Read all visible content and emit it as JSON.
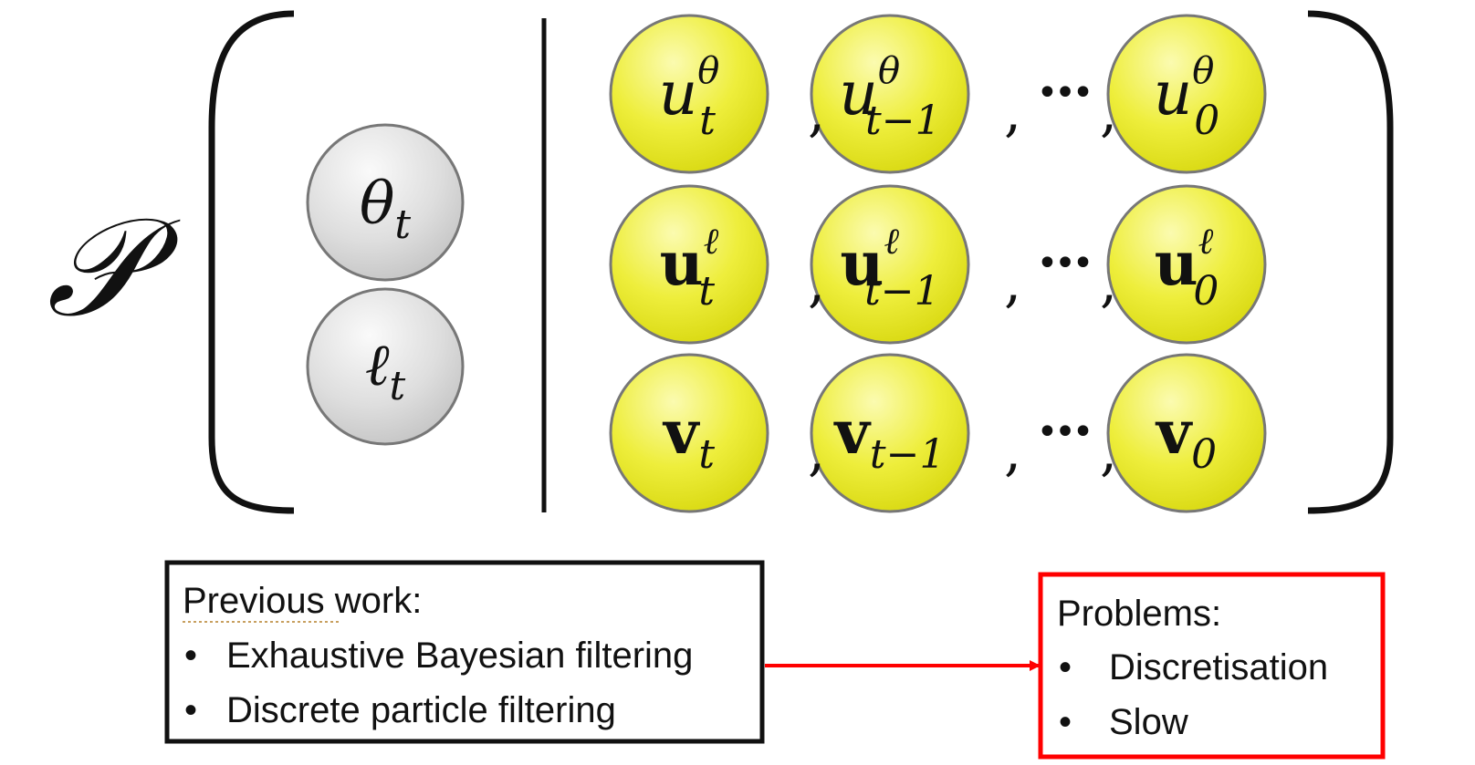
{
  "formula": {
    "prob_symbol": "𝒫",
    "left_nodes": [
      {
        "base": "θ",
        "sub": "t"
      },
      {
        "base": "ℓ",
        "sub": "t"
      }
    ],
    "rows": [
      {
        "style": "italic",
        "nodes": [
          {
            "base": "u",
            "sup": "θ",
            "sub": "t"
          },
          {
            "base": "u",
            "sup": "θ",
            "sub": "t−1"
          },
          {
            "base": "u",
            "sup": "θ",
            "sub": "0"
          }
        ]
      },
      {
        "style": "bold",
        "nodes": [
          {
            "base": "u",
            "sup": "ℓ",
            "sub": "t"
          },
          {
            "base": "u",
            "sup": "ℓ",
            "sub": "t−1"
          },
          {
            "base": "u",
            "sup": "ℓ",
            "sub": "0"
          }
        ]
      },
      {
        "style": "bold",
        "nodes": [
          {
            "base": "v",
            "sup": "",
            "sub": "t"
          },
          {
            "base": "v",
            "sup": "",
            "sub": "t−1"
          },
          {
            "base": "v",
            "sup": "",
            "sub": "0"
          }
        ]
      }
    ],
    "comma": ",",
    "ellipsis": "•••"
  },
  "previous_work": {
    "heading": "Previous work:",
    "items": [
      "Exhaustive Bayesian filtering",
      "Discrete particle filtering"
    ]
  },
  "problems": {
    "heading": "Problems:",
    "items": [
      "Discretisation",
      "Slow"
    ]
  },
  "colors": {
    "yellow_node": "#e8e82a",
    "gray_node": "#d9d9d9",
    "problem_border": "#ff0000",
    "arrow": "#ff0000",
    "text": "#111111"
  }
}
